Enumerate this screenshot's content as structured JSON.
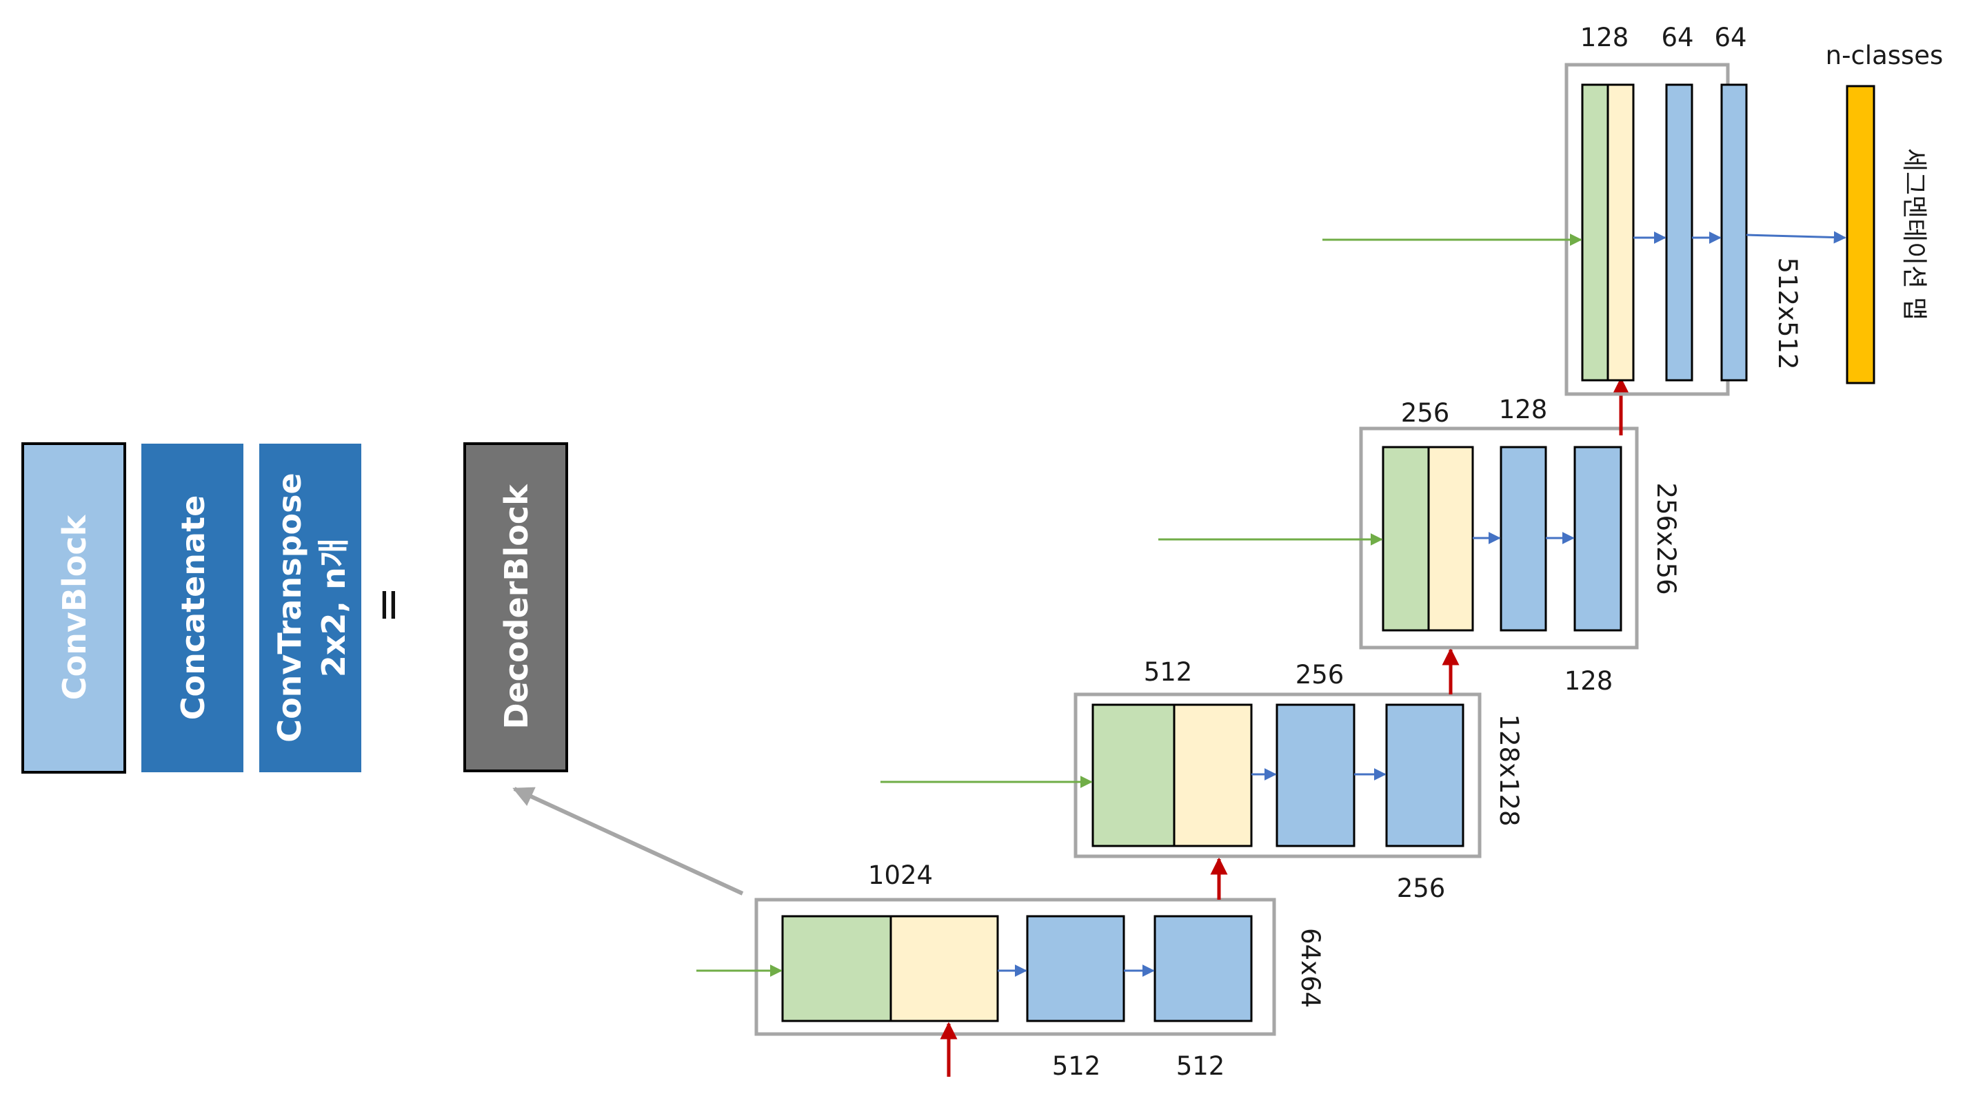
{
  "legend": {
    "convblock": "ConvBlock",
    "concatenate": "Concatenate",
    "convtranspose_line1": "ConvTranspose",
    "convtranspose_line2": "2x2, n개",
    "equals": "=",
    "decoderblock": "DecoderBlock"
  },
  "blocks": [
    {
      "concat_label": "1024",
      "conv1_label": "512",
      "conv2_label": "512",
      "resolution": "64x64"
    },
    {
      "concat_label": "512",
      "conv1_label": "256",
      "conv2_label": "256",
      "resolution": "128x128"
    },
    {
      "concat_label": "256",
      "conv1_label": "128",
      "conv2_label": "128",
      "resolution": "256x256"
    },
    {
      "concat_label": "128",
      "conv1_label": "64",
      "conv2_label": "64",
      "resolution": "512x512"
    }
  ],
  "output": {
    "classes_label": "n-classes",
    "map_label": "세그멘테이션 맵"
  },
  "colors": {
    "convblock_light": "#9dc3e6",
    "concat_blue": "#2e75b6",
    "decoder_gray": "#737373",
    "green": "#c5e0b4",
    "cream": "#fff2cc",
    "conv": "#9dc3e6",
    "output": "#ffc000",
    "red_arrow": "#c00000",
    "green_arrow": "#70ad47",
    "blue_arrow": "#4472c4",
    "gray_arrow": "#a6a6a6",
    "frame": "#a6a6a6"
  }
}
